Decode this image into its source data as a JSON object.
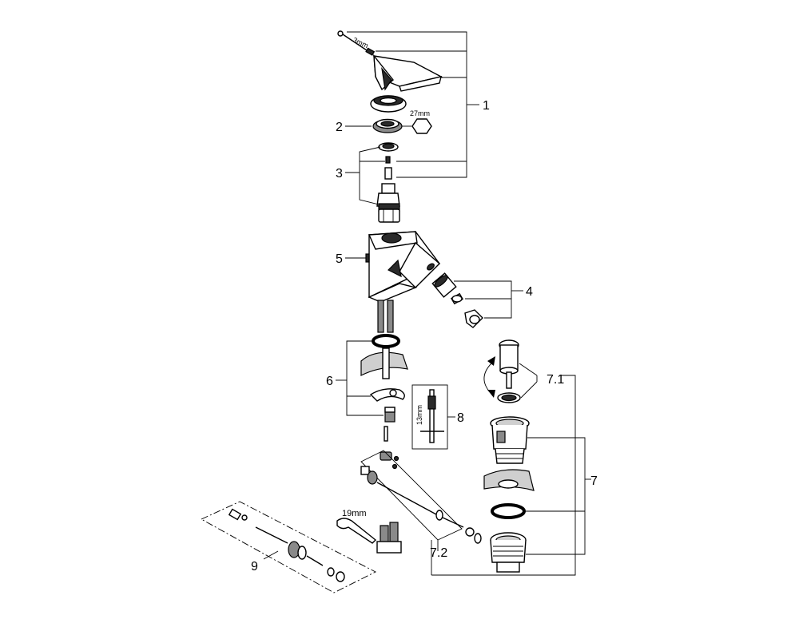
{
  "callouts": {
    "c1": "1",
    "c2": "2",
    "c3": "3",
    "c4": "4",
    "c5": "5",
    "c6": "6",
    "c7": "7",
    "c7_1": "7.1",
    "c7_2": "7.2",
    "c8": "8",
    "c9": "9"
  },
  "dimensions": {
    "hex_key": "3mm",
    "nut": "27mm",
    "tool_8": "13mm",
    "wrench": "19mm"
  }
}
